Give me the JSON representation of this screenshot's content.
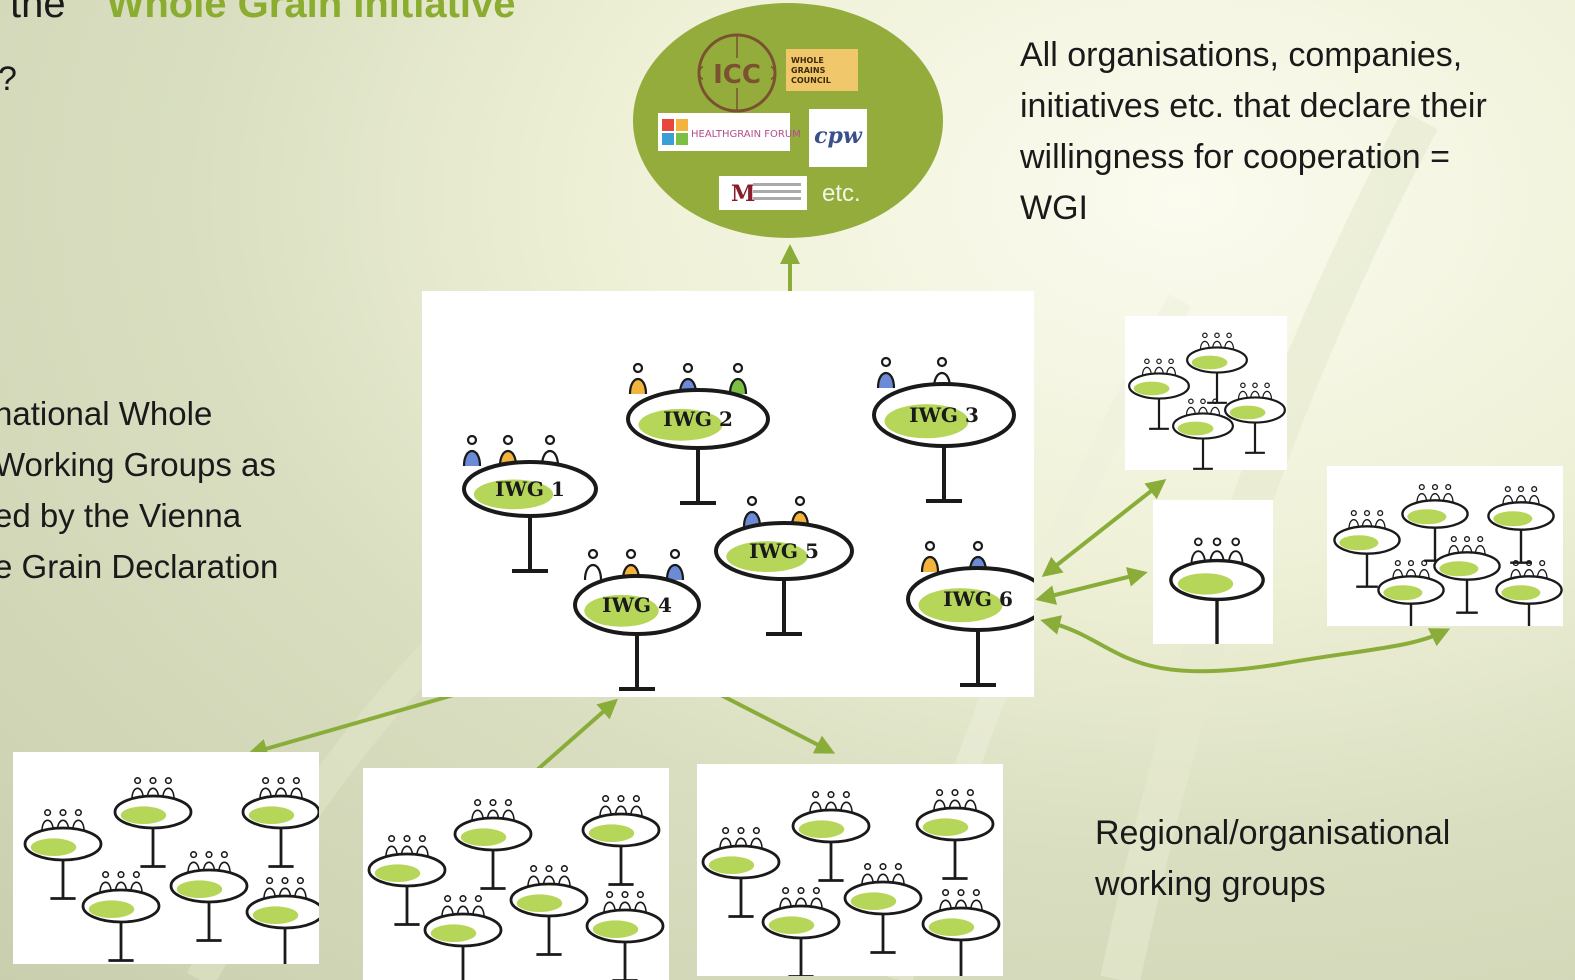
{
  "title": {
    "prefix": "l the",
    "highlight": "\"Whole Grain Initiative\"",
    "question_mark": "?"
  },
  "left_text": [
    "national Whole",
    "Working Groups as",
    "ed by the Vienna",
    "e Grain Declaration"
  ],
  "right_top_text": [
    "All organisations, companies,",
    "initiatives etc. that declare their",
    "willingness for cooperation =",
    "WGI"
  ],
  "right_bottom_text": [
    "Regional/organisational",
    "working groups"
  ],
  "wgi_logos": {
    "icc": "ICC",
    "wgc": "WHOLE GRAINS COUNCIL",
    "healthgrain": "HEALTHGRAIN FORUM",
    "cpw": "cpw",
    "etc": "etc."
  },
  "iwg_tables": [
    "IWG 1",
    "IWG 2",
    "IWG 3",
    "IWG 4",
    "IWG 5",
    "IWG 6"
  ],
  "colors": {
    "accent_green": "#8aad2f",
    "oval_green": "#94ac3c",
    "arrow_green": "#8aad3a",
    "person_orange": "#f2b43c",
    "person_blue": "#6c8bd6"
  }
}
